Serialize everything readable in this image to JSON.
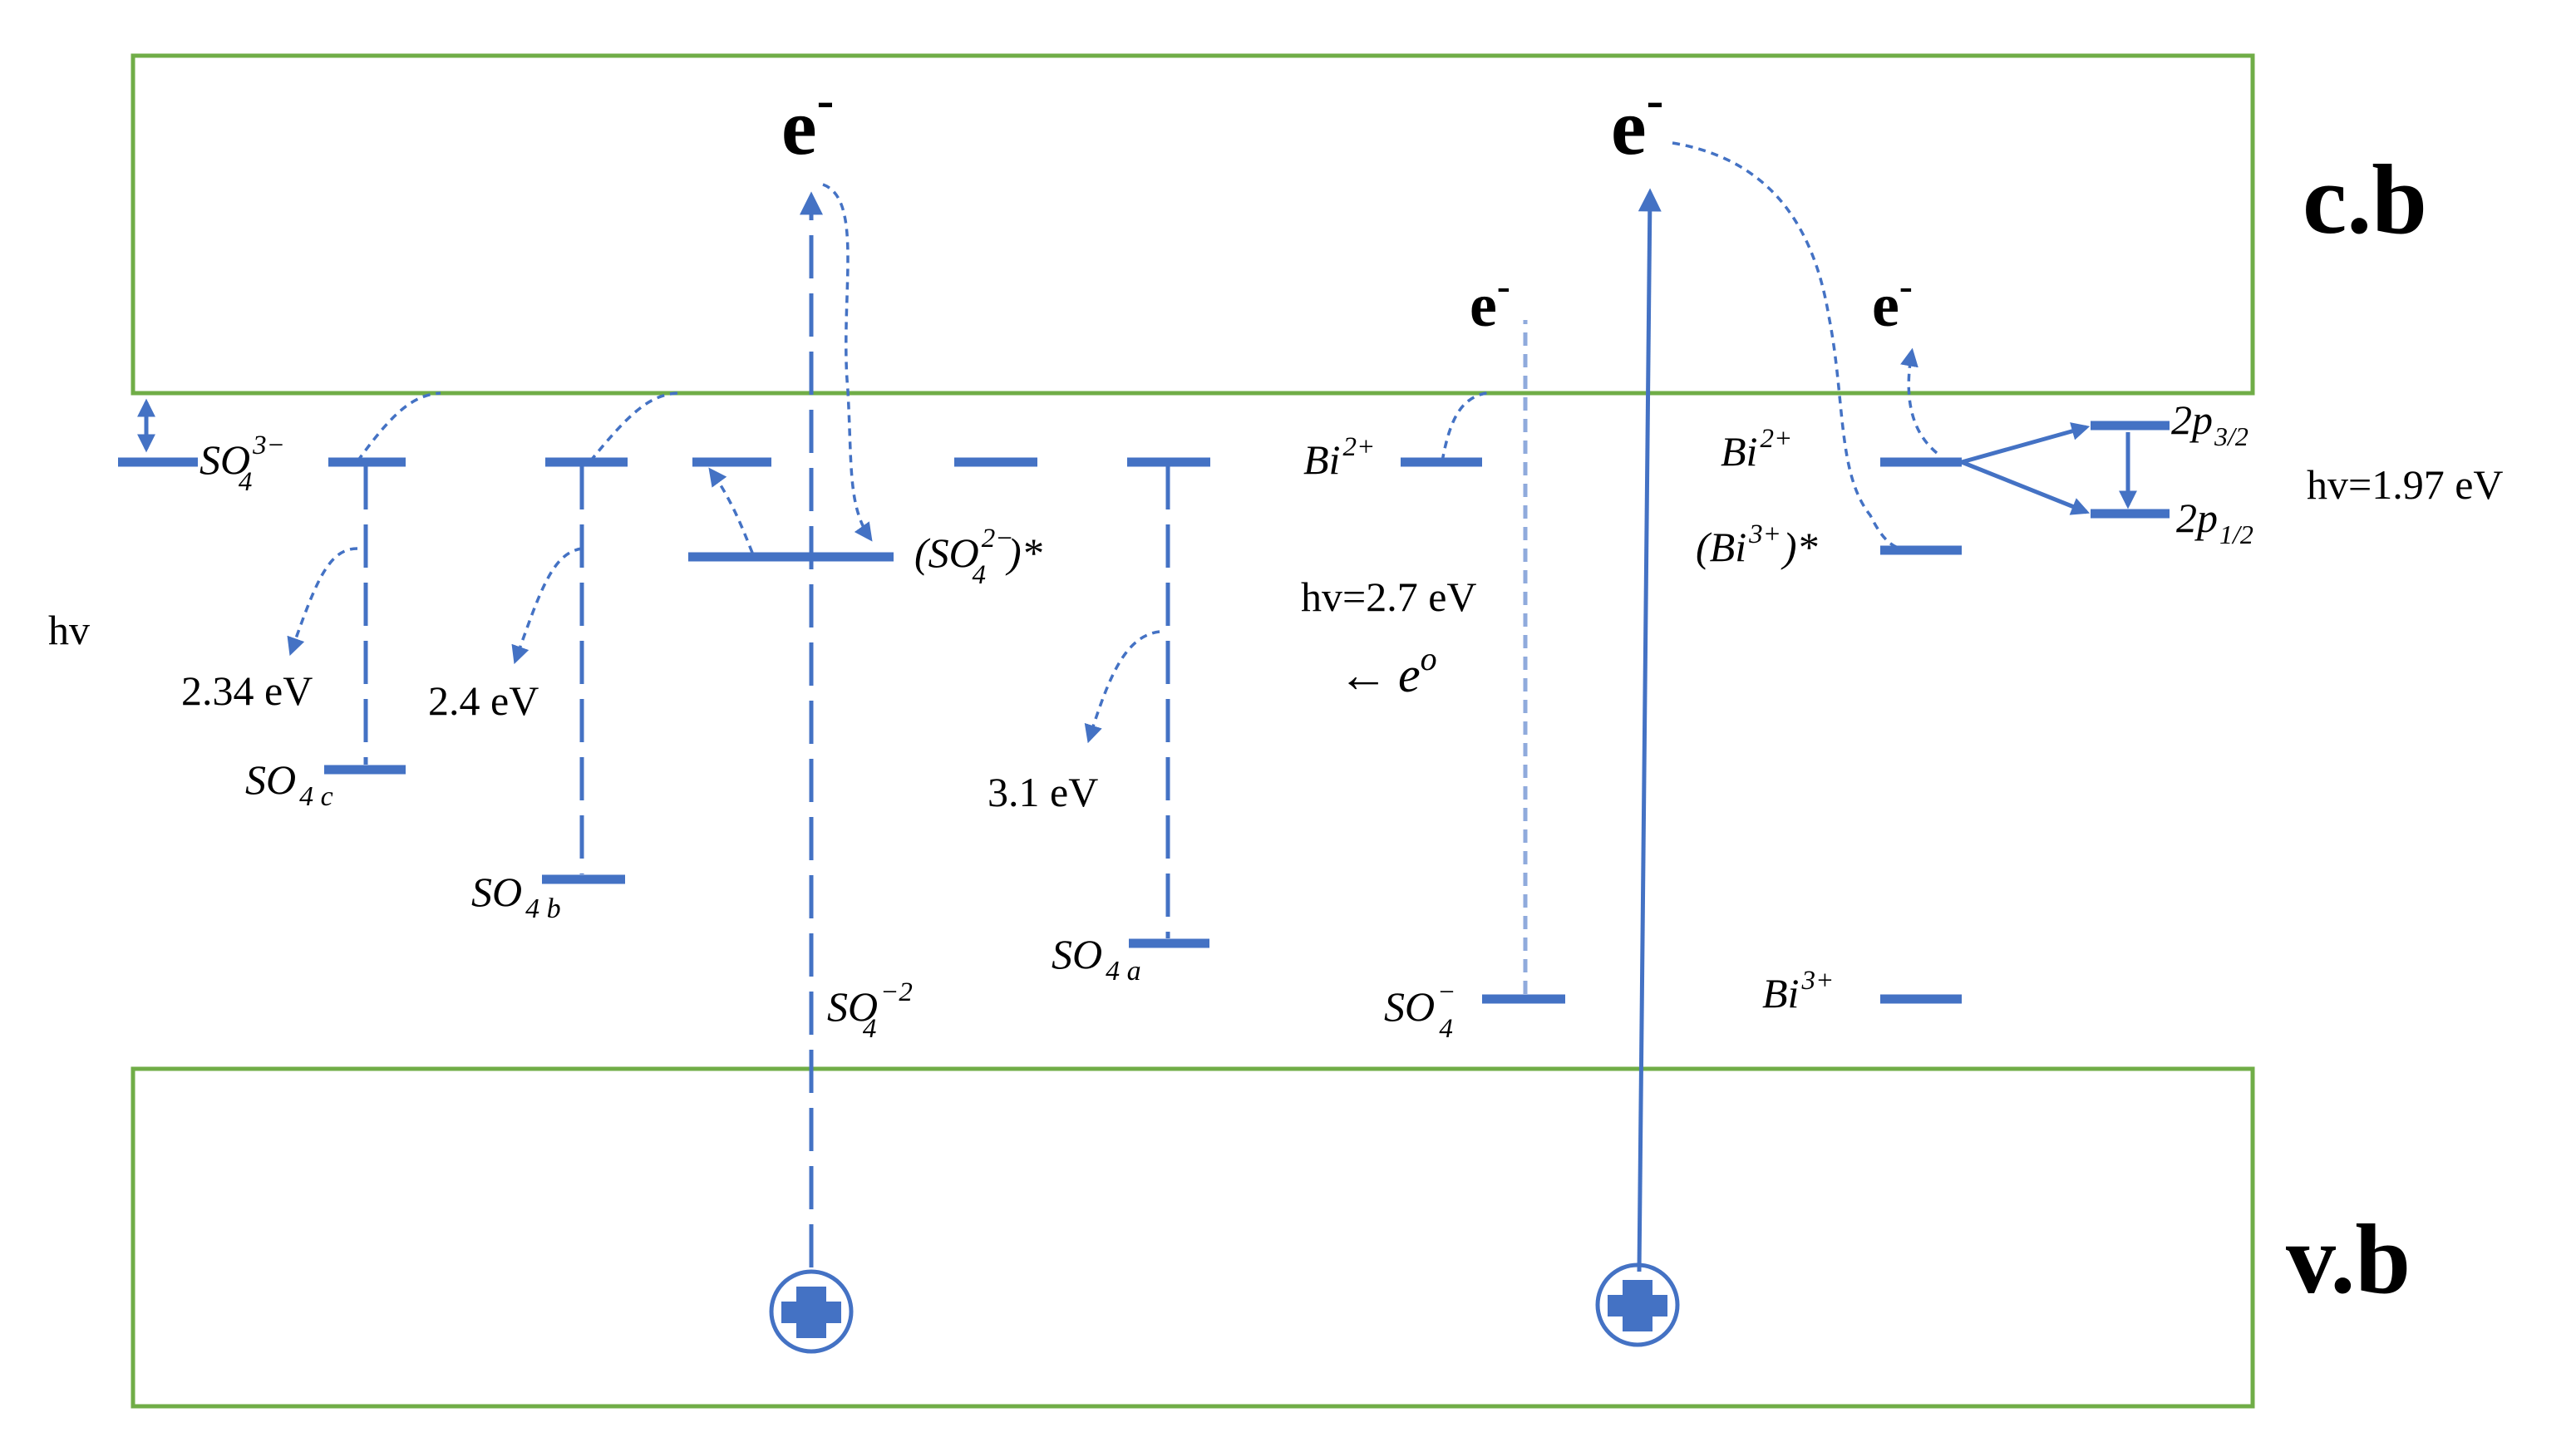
{
  "bands": {
    "conduction_label": "c.b",
    "valence_label": "v.b"
  },
  "electrons": {
    "symbol": "e",
    "superscript": "-"
  },
  "labels": {
    "hv": "hv",
    "energy_234": "2.34 eV",
    "energy_24": "2.4 eV",
    "energy_31": "3.1 eV",
    "hv_27": "hv=2.7 eV",
    "hv_197": "hv=1.97 eV",
    "eo_arrow": "←",
    "eo_base": "e",
    "eo_sup": "o"
  },
  "species": {
    "so4_3minus": {
      "base": "SO",
      "sub": "4",
      "sup": "3−"
    },
    "so4_c": {
      "base": "SO",
      "sub": "4 c"
    },
    "so4_b": {
      "base": "SO",
      "sub": "4 b"
    },
    "so4_a": {
      "base": "SO",
      "sub": "4 a"
    },
    "so4_2minus_excited": {
      "open": "(SO",
      "sub": "4",
      "sup": "2−",
      "close": ")*"
    },
    "so4_minus2": {
      "base": "SO",
      "sub": "4",
      "sup": "−2"
    },
    "so4_minus": {
      "base": "SO",
      "sub": "4",
      "sup": "−"
    },
    "bi2_left": {
      "base": "Bi",
      "sup": "2+"
    },
    "bi2_right": {
      "base": "Bi",
      "sup": "2+"
    },
    "bi3_excited": {
      "open": "(Bi",
      "sup": "3+",
      "close": ")*"
    },
    "bi3": {
      "base": "Bi",
      "sup": "3+"
    },
    "p32": {
      "base": "2p",
      "sub": "3/2"
    },
    "p12": {
      "base": "2p",
      "sub": "1/2"
    }
  },
  "holes": {
    "symbol": "+"
  },
  "colors": {
    "band_outline": "#70AD47",
    "level_blue": "#4472C4",
    "light_blue": "#8FAADC",
    "text": "#000000"
  }
}
